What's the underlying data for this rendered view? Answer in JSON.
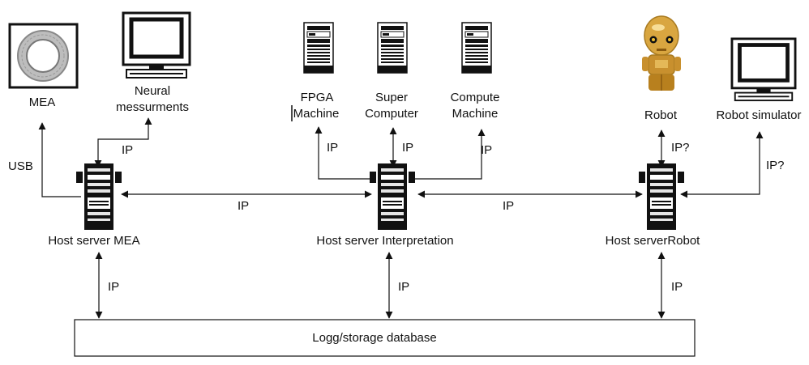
{
  "nodes": {
    "mea": {
      "label": "MEA",
      "icon": "mea-electrode-array-icon"
    },
    "neural": {
      "label_line1": "Neural",
      "label_line2": "messurments",
      "icon": "monitor-icon"
    },
    "fpga": {
      "label_line1": "FPGA",
      "label_line2": "Machine",
      "icon": "server-tower-icon"
    },
    "super": {
      "label_line1": "Super",
      "label_line2": "Computer",
      "icon": "server-tower-icon"
    },
    "compute": {
      "label_line1": "Compute",
      "label_line2": "Machine",
      "icon": "server-tower-icon"
    },
    "robot": {
      "label": "Robot",
      "icon": "robot-icon"
    },
    "robot_sim": {
      "label": "Robot simulator",
      "icon": "monitor-icon"
    },
    "host_mea": {
      "label": "Host server MEA",
      "icon": "server-tower-icon"
    },
    "host_interp": {
      "label": "Host server Interpretation",
      "icon": "server-tower-icon"
    },
    "host_robot": {
      "label": "Host serverRobot",
      "icon": "server-tower-icon"
    },
    "database": {
      "label": "Logg/storage database"
    }
  },
  "edges": {
    "mea_host": "USB",
    "neural_host": "IP",
    "fpga_interp": "IP",
    "super_interp": "IP",
    "compute_interp": "IP",
    "robot_host": "IP?",
    "sim_host": "IP?",
    "hostmea_interp": "IP",
    "interp_hostrobot": "IP",
    "hostmea_db": "IP",
    "interp_db": "IP",
    "hostrobot_db": "IP"
  },
  "colors": {
    "line": "#111111",
    "robot_gold": "#d9a640"
  }
}
